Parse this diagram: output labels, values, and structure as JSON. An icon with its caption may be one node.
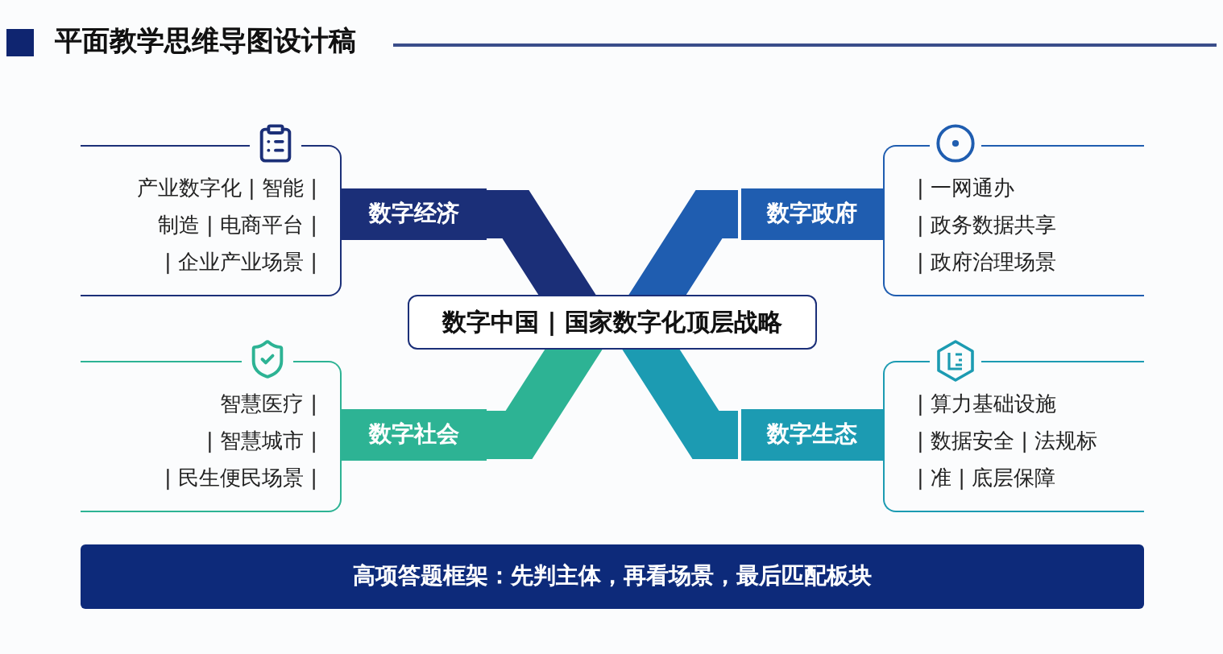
{
  "diagram": {
    "title": "平面教学思维导图设计稿",
    "nodes": [
      {
        "text": [
          "数字中国 | 国家数字化顶层战略"
        ]
      },
      {
        "text": [
          "数字经济"
        ]
      },
      {
        "text": [
          "产业数字化 | 智能 |",
          "制造 | 电商平台 |",
          "| 企业产业场景 |"
        ]
      },
      {
        "text": [
          "数字政府"
        ]
      },
      {
        "text": [
          "| 一网通办",
          "| 政务数据共享",
          "| 政府治理场景"
        ]
      },
      {
        "text": [
          "数字社会"
        ]
      },
      {
        "text": [
          "智慧医疗 |",
          "| 智慧城市 |",
          "| 民生便民场景 |"
        ]
      },
      {
        "text": [
          "数字生态"
        ]
      },
      {
        "text": [
          "| 算力基础设施",
          "| 数据安全 | 法规标",
          "| 准 | 底层保障"
        ]
      }
    ],
    "edges": [
      {
        "from": 0,
        "to": 1,
        "arrow": "none",
        "color": "#1b2f78"
      },
      {
        "from": 0,
        "to": 3,
        "arrow": "none",
        "color": "#1f5db0"
      },
      {
        "from": 0,
        "to": 5,
        "arrow": "none",
        "color": "#2db394"
      },
      {
        "from": 0,
        "to": 7,
        "arrow": "none",
        "color": "#1c9bb2"
      }
    ],
    "labels": [
      "高项答题框架：先判主体，再看场景，最后匹配板块"
    ]
  }
}
